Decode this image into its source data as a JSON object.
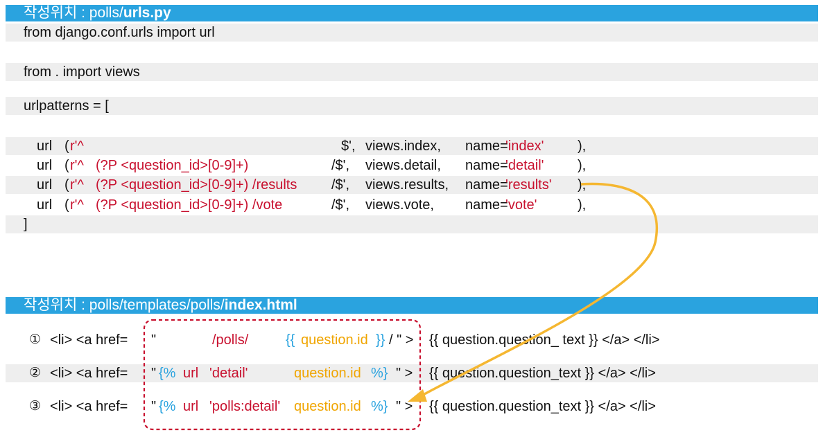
{
  "section1": {
    "header_prefix": "작성위치 : polls/",
    "header_file": "urls.py",
    "line_import": "from django.conf.urls import url",
    "line_views": "from . import views",
    "line_urlpatterns": "urlpatterns = [",
    "closing_bracket": "]",
    "url_rows": [
      {
        "fn": "url",
        "paren": "(",
        "r": "r'^",
        "pattern": "",
        "tail": "$',",
        "view": "views.index,",
        "kw": "name=",
        "name": "'index'",
        "close": "),"
      },
      {
        "fn": "url",
        "paren": "(",
        "r": "r'^",
        "pattern": "(?P <question_id>[0-9]+)",
        "tail": "/$',",
        "view": "views.detail,",
        "kw": "name=",
        "name": "'detail'",
        "close": "),"
      },
      {
        "fn": "url",
        "paren": "(",
        "r": "r'^",
        "pattern": "(?P <question_id>[0-9]+) /results",
        "tail": "/$',",
        "view": "views.results,",
        "kw": "name=",
        "name": "'results'",
        "close": "),"
      },
      {
        "fn": "url",
        "paren": "(",
        "r": "r'^",
        "pattern": "(?P <question_id>[0-9]+) /vote",
        "tail": "/$',",
        "view": "views.vote,",
        "kw": "name=",
        "name": "'vote'",
        "close": "),"
      }
    ]
  },
  "section2": {
    "header_prefix": "작성위치 : polls/templates/polls/",
    "header_file": "index.html",
    "rows": [
      {
        "num": "①",
        "open": "<li> <a href=",
        "q1": "\"",
        "a": "",
        "b": "/polls/",
        "c": "{{",
        "d": "question.id",
        "e": "}}",
        "f": "/ \" >",
        "text": "{{ question.question_ text }} </a> </li>"
      },
      {
        "num": "②",
        "open": "<li> <a href=",
        "q1": "\"",
        "a": "{%",
        "b": "url",
        "c": "'detail'",
        "d": "question.id",
        "e": "%}",
        "f": "\" >",
        "text": "{{ question.question_text }} </a> </li>"
      },
      {
        "num": "③",
        "open": "<li> <a href=",
        "q1": "\"",
        "a": "{%",
        "b": "url",
        "c": "'polls:detail'",
        "d": "question.id",
        "e": "%}",
        "f": "\" >",
        "text": "{{ question.question_text }} </a> </li>"
      }
    ]
  },
  "colors": {
    "header_bg": "#2aa3df",
    "keyword_red": "#c8102e",
    "template_blue": "#2aa3df",
    "variable_orange": "#f0a500",
    "arrow": "#f5b731",
    "dashed_box": "#c8102e"
  },
  "icons": {
    "arrow": "curved-arrow-icon",
    "highlight_box": "dashed-box"
  }
}
